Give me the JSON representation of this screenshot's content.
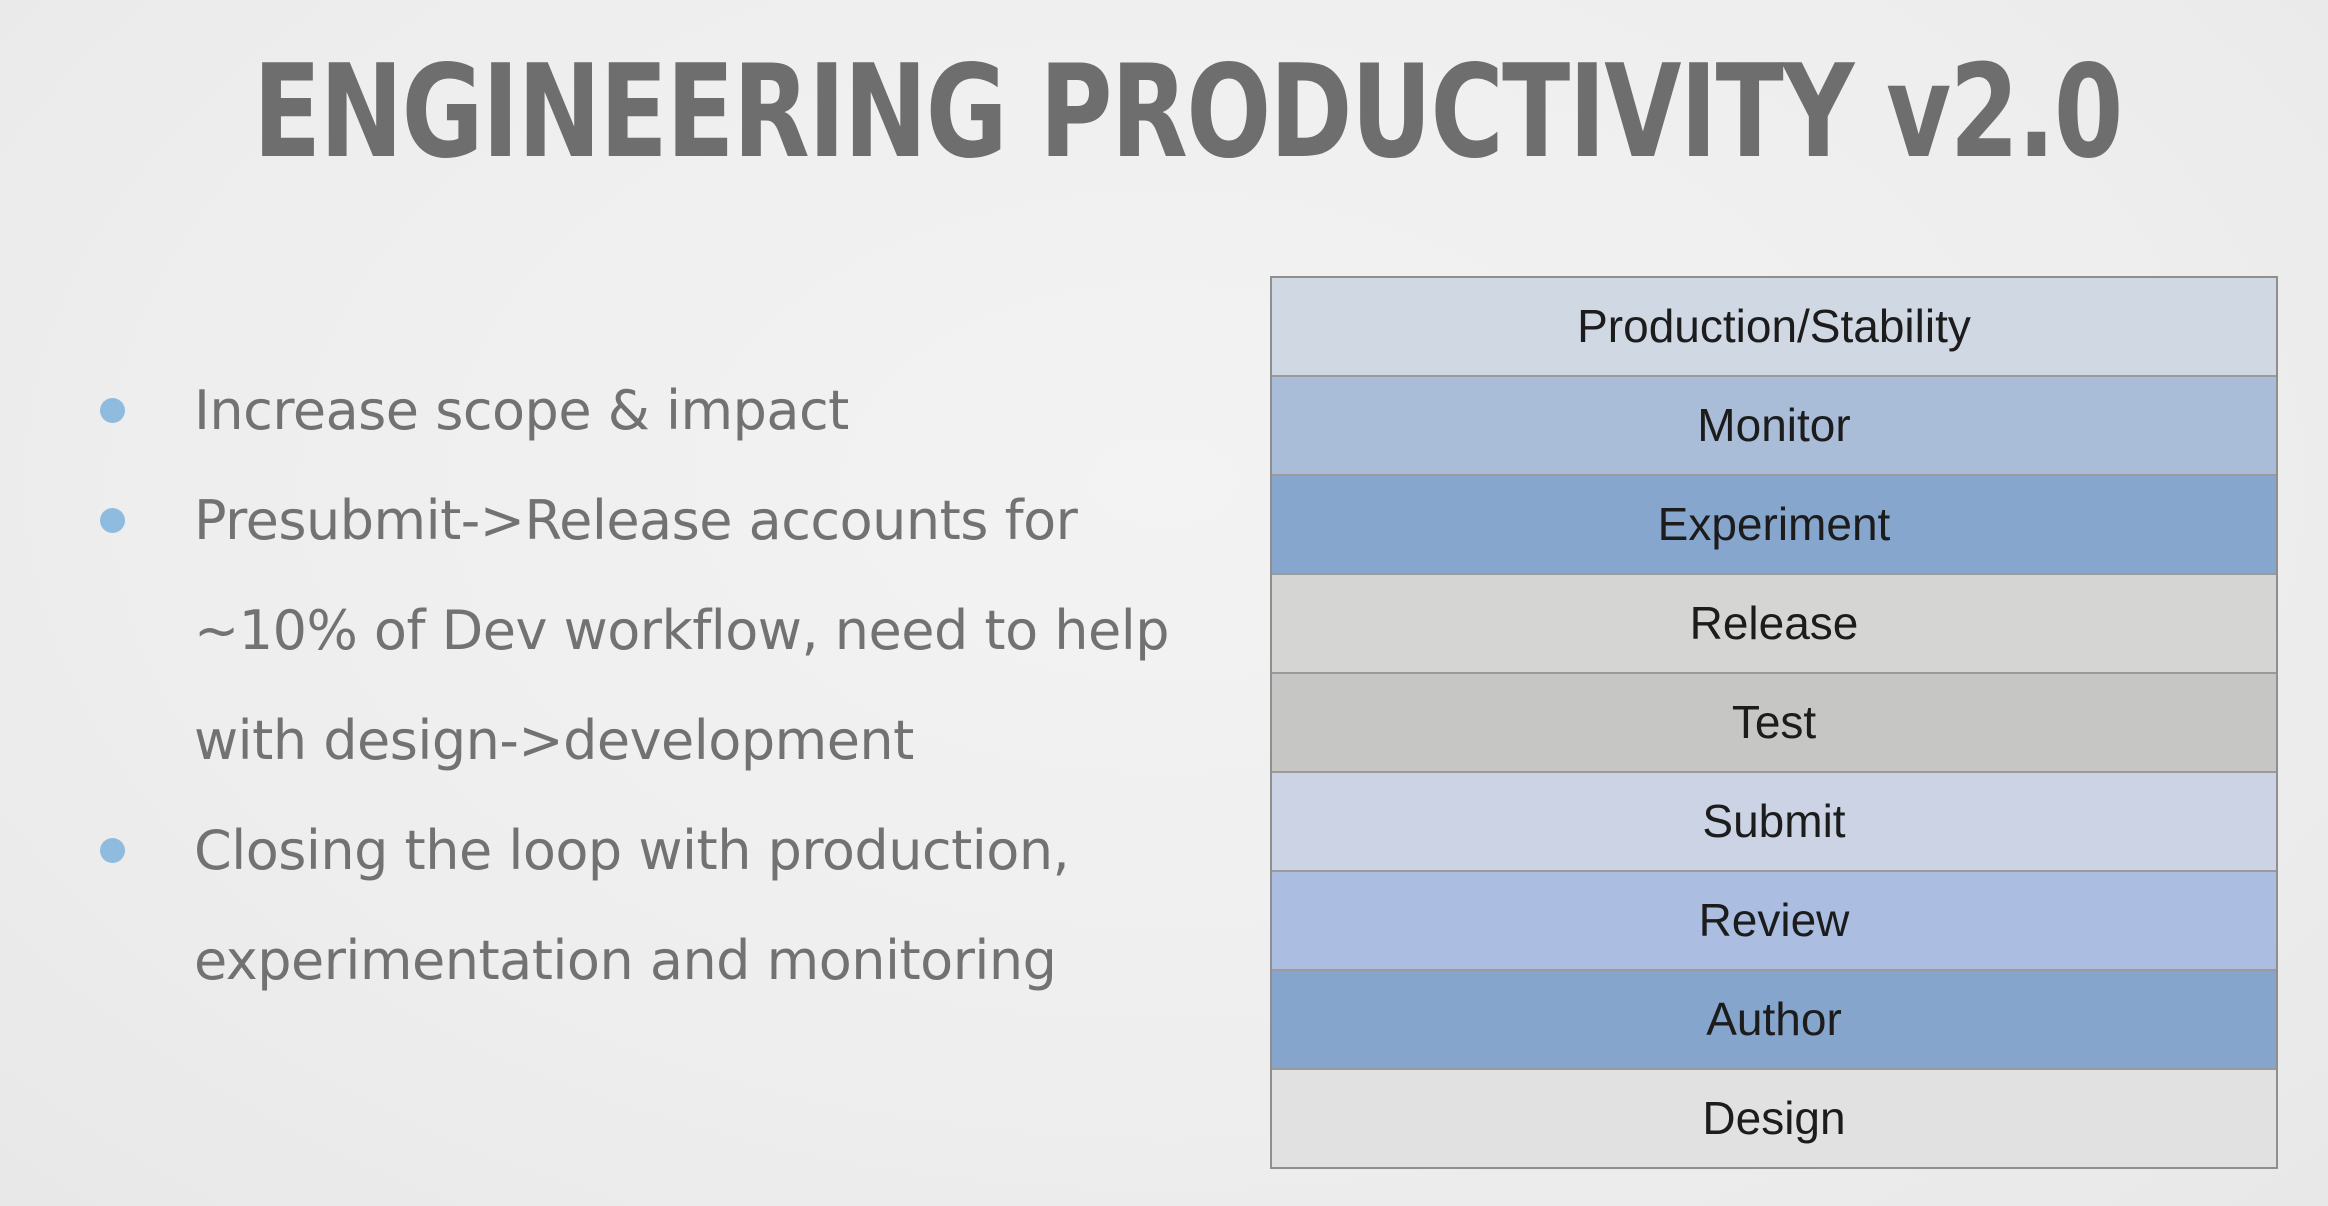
{
  "slide": {
    "title": "ENGINEERING PRODUCTIVITY v2.0",
    "bullets": [
      {
        "text": "Increase scope & impact"
      },
      {
        "text": "Presubmit->Release accounts for ~10% of Dev workflow, need to help with design->development"
      },
      {
        "text": "Closing the loop with production, experimentation and monitoring"
      }
    ],
    "bullet_color": "#8fbbdf",
    "stack_layers": [
      {
        "label": "Production/Stability",
        "color": "#d0d8e4"
      },
      {
        "label": "Monitor",
        "color": "#a9bcd8"
      },
      {
        "label": "Experiment",
        "color": "#87a6cd"
      },
      {
        "label": "Release",
        "color": "#d5d5d3"
      },
      {
        "label": "Test",
        "color": "#c6c6c4"
      },
      {
        "label": "Submit",
        "color": "#cbd3e5"
      },
      {
        "label": "Review",
        "color": "#abbde0"
      },
      {
        "label": "Author",
        "color": "#86a5cd"
      },
      {
        "label": "Design",
        "color": "#e1e1e1"
      }
    ]
  }
}
